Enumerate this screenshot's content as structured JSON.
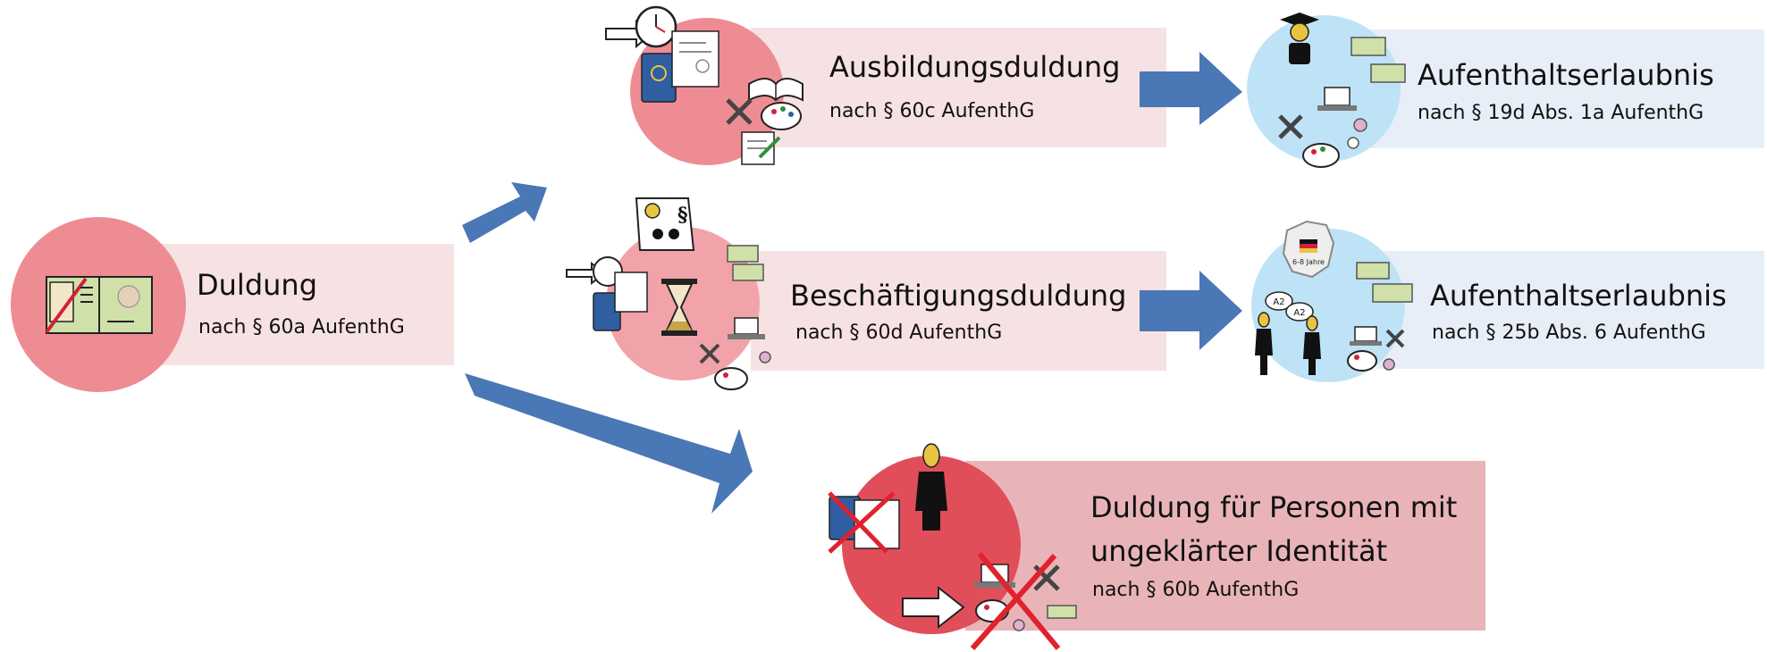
{
  "nodes": {
    "duldung": {
      "title": "Duldung",
      "sub": "nach § 60a AufenthG"
    },
    "ausbildung": {
      "title": "Ausbildungsduldung",
      "sub": "nach § 60c AufenthG"
    },
    "beschaeftigung": {
      "title": "Beschäftigungsduldung",
      "sub": "nach § 60d AufenthG"
    },
    "aufenthalt1": {
      "title": "Aufenthaltserlaubnis",
      "sub": "nach § 19d Abs. 1a AufenthG"
    },
    "aufenthalt2": {
      "title": "Aufenthaltserlaubnis",
      "sub": "nach § 25b Abs. 6 AufenthG"
    },
    "ungeklaert": {
      "title_line1": "Duldung für Personen mit",
      "title_line2": "ungeklärter Identität",
      "sub": "nach § 60b AufenthG"
    }
  },
  "icons": {
    "germany_label": "6-8 Jahre",
    "language_label": "A2",
    "section_label": "§"
  },
  "colors": {
    "arrow": "#4a77b5",
    "pink_circle": "#ee8c94",
    "pink_circle_light": "#f1a3a9",
    "pink_box": "#f7e2e3",
    "red_circle": "#e04e5a",
    "red_box": "#e9b4b8",
    "blue_circle": "#bfe3f6",
    "blue_box": "#e8eef7",
    "cross": "#e0222e"
  }
}
